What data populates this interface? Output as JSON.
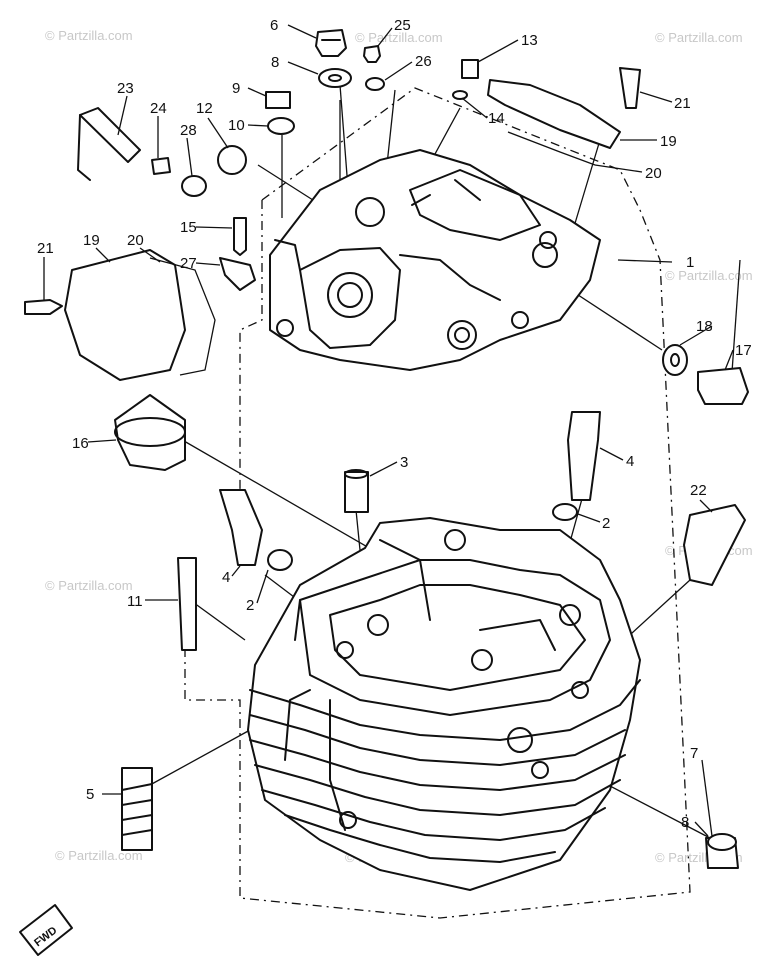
{
  "watermark": "© Partzilla.com",
  "fwd_label": "FWD",
  "callouts": {
    "c1": "1",
    "c2a": "2",
    "c2b": "2",
    "c3": "3",
    "c4a": "4",
    "c4b": "4",
    "c5": "5",
    "c6": "6",
    "c7": "7",
    "c8a": "8",
    "c8b": "8",
    "c9": "9",
    "c10": "10",
    "c11": "11",
    "c12": "12",
    "c13": "13",
    "c14": "14",
    "c15": "15",
    "c16": "16",
    "c17": "17",
    "c18": "18",
    "c19a": "19",
    "c19b": "19",
    "c20a": "20",
    "c20b": "20",
    "c21a": "21",
    "c21b": "21",
    "c22": "22",
    "c23": "23",
    "c24": "24",
    "c25": "25",
    "c26": "26",
    "c27": "27",
    "c28": "28"
  }
}
